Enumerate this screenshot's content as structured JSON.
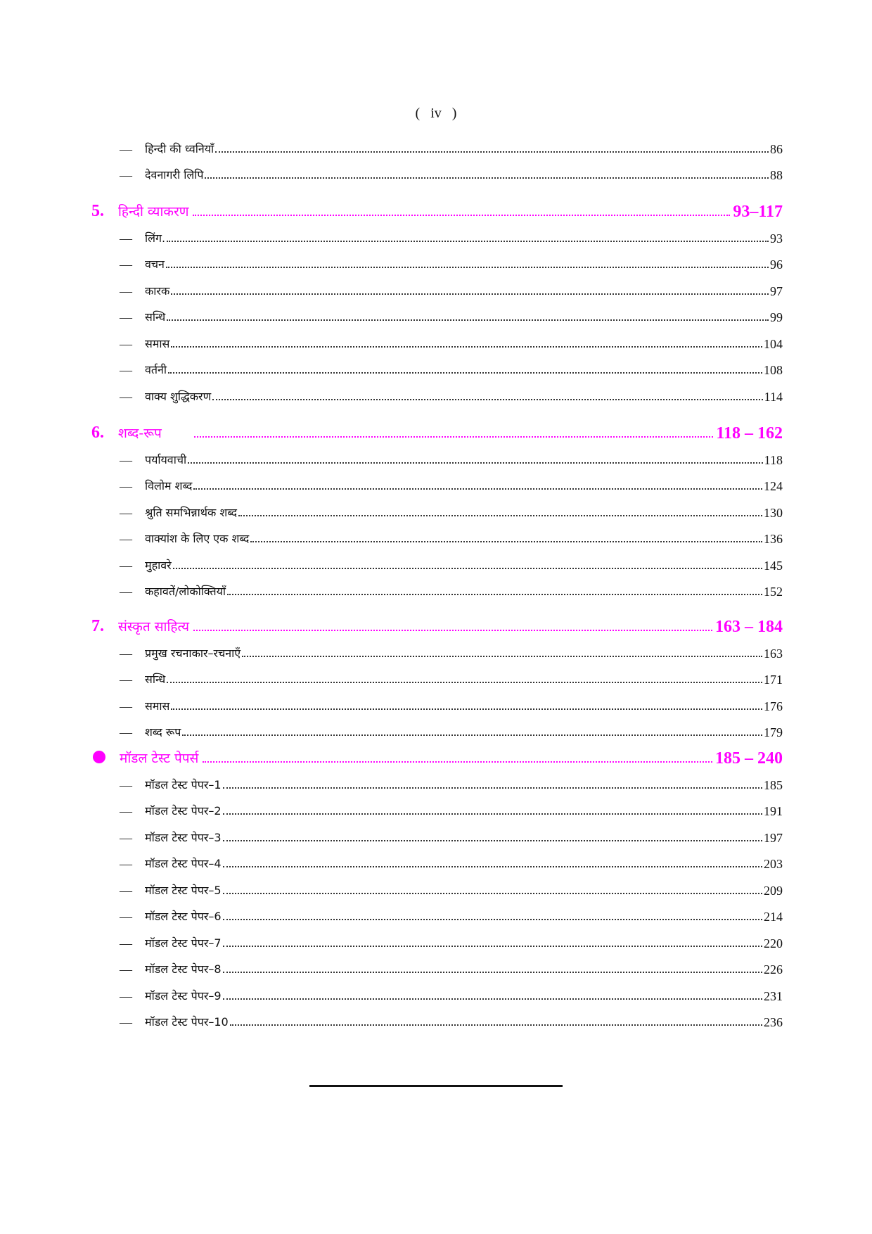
{
  "page_number": "( iv )",
  "accent_color": "#ff00ff",
  "toc": {
    "pre": [
      {
        "label": "हिन्दी की ध्वनियाँ",
        "page": "86"
      },
      {
        "label": "देवनागरी लिपि",
        "page": "88"
      }
    ],
    "sec5": {
      "num": "5.",
      "title": "हिन्दी व्याकरण",
      "pages": "93–117",
      "items": [
        {
          "label": "लिंग.",
          "page": "93"
        },
        {
          "label": "वचन",
          "page": "96"
        },
        {
          "label": "कारक",
          "page": "97"
        },
        {
          "label": "सन्धि",
          "page": "99"
        },
        {
          "label": "समास",
          "page": "104"
        },
        {
          "label": "वर्तनी",
          "page": "108"
        },
        {
          "label": "वाक्य शुद्धिकरण",
          "page": "114"
        }
      ]
    },
    "sec6": {
      "num": "6.",
      "title": "शब्द-रूप",
      "pages": "118 – 162",
      "items": [
        {
          "label": "पर्यायवाची",
          "page": "118"
        },
        {
          "label": "विलोम शब्द",
          "page": "124"
        },
        {
          "label": "श्रुति समभिन्नार्थक शब्द",
          "page": "130"
        },
        {
          "label": "वाक्यांश के लिए एक शब्द",
          "page": "136"
        },
        {
          "label": "मुहावरे",
          "page": "145"
        },
        {
          "label": "कहावतें/लोकोक्तियाँ",
          "page": "152"
        }
      ]
    },
    "sec7": {
      "num": "7.",
      "title": "संस्कृत साहित्य",
      "pages": "163 – 184",
      "items": [
        {
          "label": "प्रमुख रचनाकार–रचनाएँ",
          "page": "163"
        },
        {
          "label": "सन्धि",
          "page": "171"
        },
        {
          "label": "समास",
          "page": "176"
        },
        {
          "label": "शब्द रूप",
          "page": "179"
        }
      ]
    },
    "model": {
      "title": "मॉडल टेस्ट पेपर्स",
      "pages": "185 – 240",
      "items": [
        {
          "label": "मॉडल टेस्ट पेपर–1",
          "page": "185"
        },
        {
          "label": "मॉडल टेस्ट पेपर–2",
          "page": "191"
        },
        {
          "label": "मॉडल टेस्ट पेपर–3",
          "page": "197"
        },
        {
          "label": "मॉडल टेस्ट पेपर–4",
          "page": "203"
        },
        {
          "label": "मॉडल टेस्ट पेपर–5",
          "page": "209"
        },
        {
          "label": "मॉडल टेस्ट पेपर–6",
          "page": "214"
        },
        {
          "label": "मॉडल टेस्ट पेपर–7",
          "page": "220"
        },
        {
          "label": "मॉडल टेस्ट पेपर–8",
          "page": "226"
        },
        {
          "label": "मॉडल टेस्ट पेपर–9",
          "page": "231"
        },
        {
          "label": "मॉडल टेस्ट पेपर–10",
          "page": "236"
        }
      ]
    }
  }
}
